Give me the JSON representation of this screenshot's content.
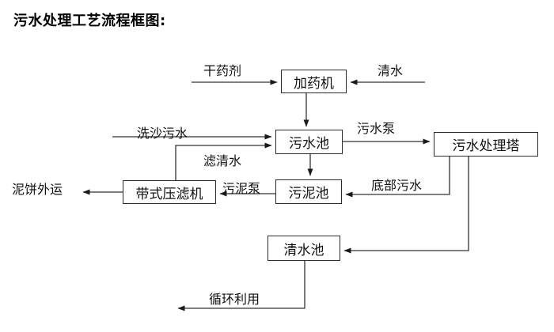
{
  "title": "污水处理工艺流程框图:",
  "diagram": {
    "nodes": {
      "dosing_machine": {
        "label": "加药机"
      },
      "sewage_pool": {
        "label": "污水池"
      },
      "treatment_tower": {
        "label": "污水处理塔"
      },
      "sludge_pool": {
        "label": "污泥池"
      },
      "belt_filter_press": {
        "label": "带式压滤机"
      },
      "clean_water_pool": {
        "label": "清水池"
      }
    },
    "edge_labels": {
      "dry_agent": "干药剂",
      "clean_water": "清水",
      "sand_washing_sewage": "洗沙污水",
      "sewage_pump": "污水泵",
      "filtered_water": "滤清水",
      "sludge_pump": "污泥泵",
      "bottom_sewage": "底部污水",
      "mud_cake_out": "泥饼外运",
      "recycling": "循环利用"
    },
    "flows": [
      {
        "from": "干药剂",
        "to": "加药机",
        "label": ""
      },
      {
        "from": "清水",
        "to": "加药机",
        "label": ""
      },
      {
        "from": "加药机",
        "to": "污水池",
        "label": ""
      },
      {
        "from": "洗沙污水",
        "to": "污水池",
        "label": ""
      },
      {
        "from": "带式压滤机",
        "to": "污水池",
        "label": "滤清水"
      },
      {
        "from": "污水池",
        "to": "污水处理塔",
        "label": "污水泵"
      },
      {
        "from": "污水池",
        "to": "污泥池",
        "label": ""
      },
      {
        "from": "污水处理塔",
        "to": "污泥池",
        "label": "底部污水"
      },
      {
        "from": "污泥池",
        "to": "带式压滤机",
        "label": "污泥泵"
      },
      {
        "from": "带式压滤机",
        "to": "泥饼外运",
        "label": ""
      },
      {
        "from": "污水处理塔",
        "to": "清水池",
        "label": ""
      },
      {
        "from": "清水池",
        "to": "循环利用",
        "label": ""
      }
    ],
    "colors": {
      "background": "#ffffff",
      "line": "#333333",
      "arrowhead": "#1a1a1a",
      "box_border": "#2b2b2b",
      "text": "#111111"
    }
  }
}
